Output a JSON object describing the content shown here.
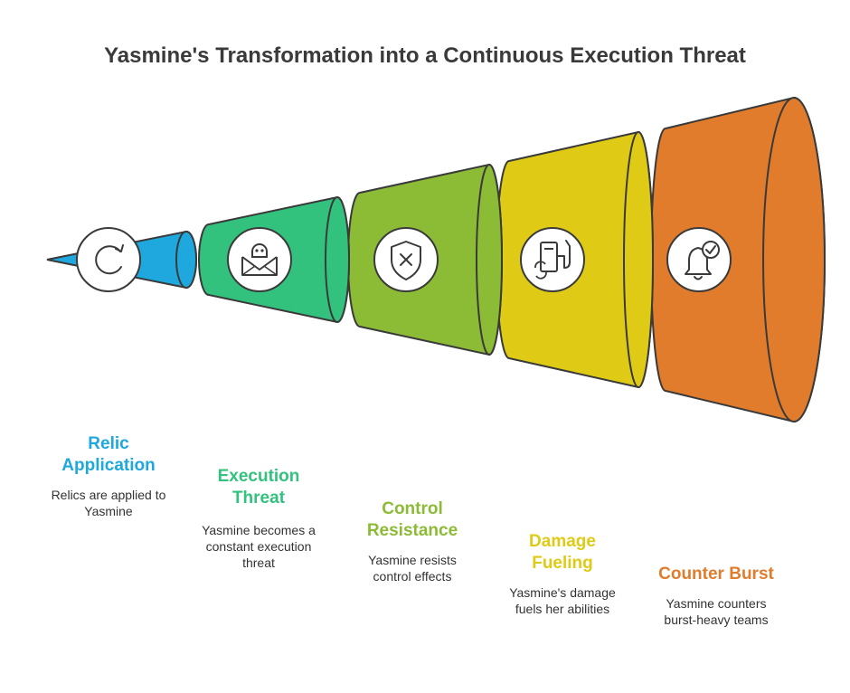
{
  "title": "Yasmine's Transformation into a Continuous Execution Threat",
  "colors": {
    "blue": "#1ea8de",
    "green": "#33c17e",
    "lime": "#8cbb36",
    "yellow": "#dfcb16",
    "orange": "#e07c2c",
    "outline": "#3a3a3a"
  },
  "stages": [
    {
      "label_line1": "Relic",
      "label_line2": "Application",
      "desc_line1": "Relics are applied to",
      "desc_line2": "Yasmine",
      "desc_line3": "",
      "icon": "refresh-icon"
    },
    {
      "label_line1": "Execution",
      "label_line2": "Threat",
      "desc_line1": "Yasmine becomes a",
      "desc_line2": "constant execution",
      "desc_line3": "threat",
      "icon": "skull-envelope-icon"
    },
    {
      "label_line1": "Control",
      "label_line2": "Resistance",
      "desc_line1": "Yasmine resists",
      "desc_line2": "control effects",
      "desc_line3": "",
      "icon": "shield-x-icon"
    },
    {
      "label_line1": "Damage",
      "label_line2": "Fueling",
      "desc_line1": "Yasmine's damage",
      "desc_line2": "fuels her abilities",
      "desc_line3": "",
      "icon": "fuel-pump-icon"
    },
    {
      "label_line1": "Counter Burst",
      "label_line2": "",
      "desc_line1": "Yasmine counters",
      "desc_line2": "burst-heavy teams",
      "desc_line3": "",
      "icon": "bell-check-icon"
    }
  ]
}
